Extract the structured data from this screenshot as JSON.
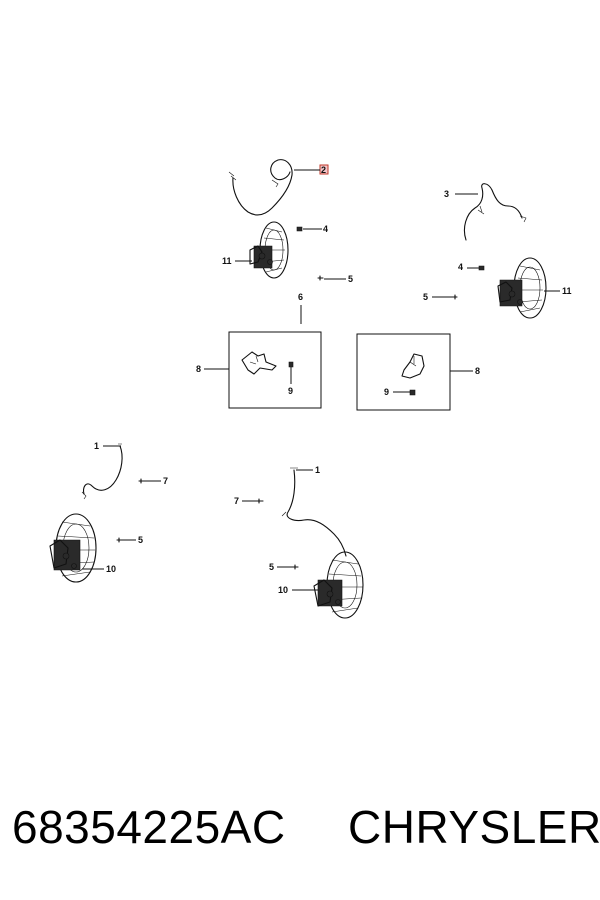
{
  "diagram": {
    "callouts": {
      "c2": "2",
      "c4a": "4",
      "c11a": "11",
      "c5a": "5",
      "c6": "6",
      "c8a": "8",
      "c9a": "9",
      "c3": "3",
      "c4b": "4",
      "c5b": "5",
      "c11b": "11",
      "c8b": "8",
      "c9b": "9",
      "c1a": "1",
      "c7a": "7",
      "c5c": "5",
      "c10a": "10",
      "c1b": "1",
      "c7b": "7",
      "c5d": "5",
      "c10b": "10"
    },
    "highlight_color": "#c0392b"
  },
  "footer": {
    "part_number": "68354225AC",
    "brand": "CHRYSLER"
  }
}
